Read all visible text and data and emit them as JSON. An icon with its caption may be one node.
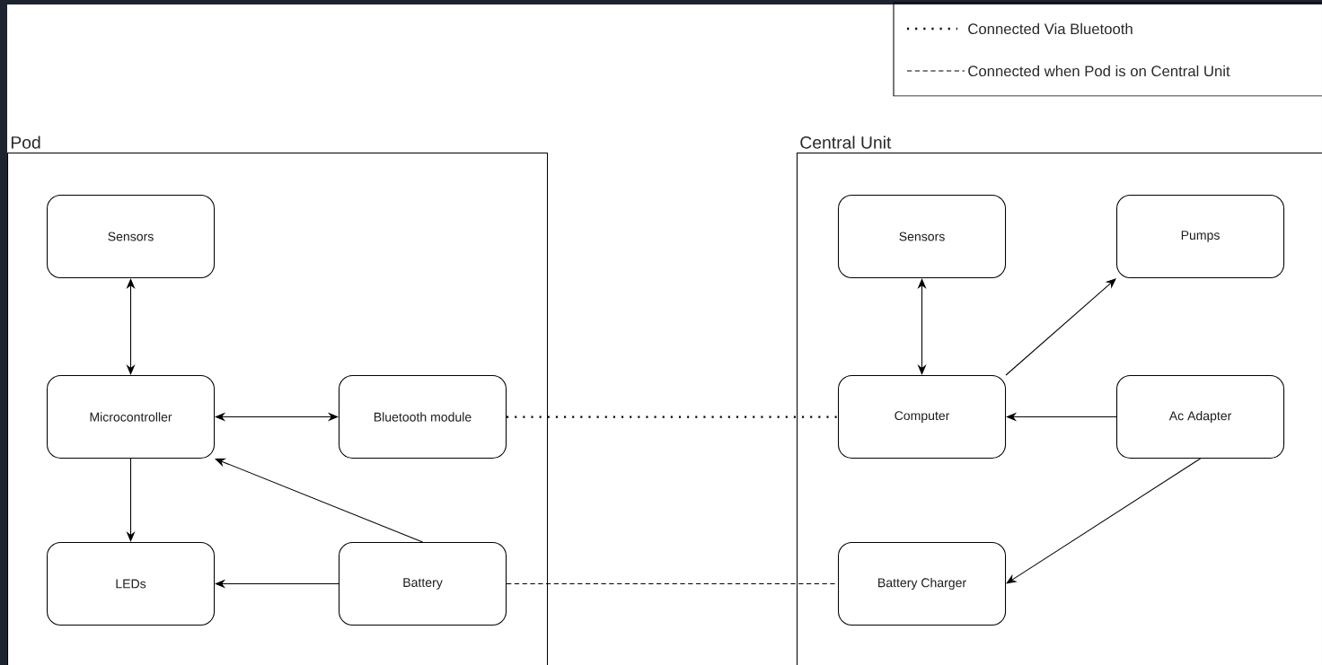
{
  "diagram": {
    "nodes": [
      {
        "text": [
          "Pod"
        ]
      },
      {
        "text": [
          "Sensors"
        ],
        "in": 0
      },
      {
        "text": [
          "Microcontroller"
        ],
        "in": 0
      },
      {
        "text": [
          "Bluetooth module"
        ],
        "in": 0
      },
      {
        "text": [
          "LEDs"
        ],
        "in": 0
      },
      {
        "text": [
          "Battery"
        ],
        "in": 0
      },
      {
        "text": [
          "Central Unit"
        ]
      },
      {
        "text": [
          "Sensors"
        ],
        "in": 6
      },
      {
        "text": [
          "Pumps"
        ],
        "in": 6
      },
      {
        "text": [
          "Computer"
        ],
        "in": 6
      },
      {
        "text": [
          "Ac Adapter"
        ],
        "in": 6
      },
      {
        "text": [
          "Battery Charger"
        ],
        "in": 6
      }
    ],
    "edges": [
      {
        "from": 1,
        "to": 2,
        "arrow": "both"
      },
      {
        "from": 2,
        "to": 3,
        "arrow": "both"
      },
      {
        "from": 2,
        "to": 4,
        "arrow": "to"
      },
      {
        "from": 5,
        "to": 2,
        "arrow": "to"
      },
      {
        "from": 5,
        "to": 4,
        "arrow": "to"
      },
      {
        "from": 3,
        "to": 9,
        "arrow": "none",
        "style": "dashed"
      },
      {
        "from": 5,
        "to": 11,
        "arrow": "none",
        "style": "dashed"
      },
      {
        "from": 7,
        "to": 9,
        "arrow": "both"
      },
      {
        "from": 9,
        "to": 8,
        "arrow": "to"
      },
      {
        "from": 10,
        "to": 9,
        "arrow": "to"
      },
      {
        "from": 10,
        "to": 11,
        "arrow": "to"
      }
    ],
    "legend": [
      {
        "text": "Connected Via Bluetooth"
      },
      {
        "text": "Connected when Pod is on Central Unit"
      }
    ]
  }
}
